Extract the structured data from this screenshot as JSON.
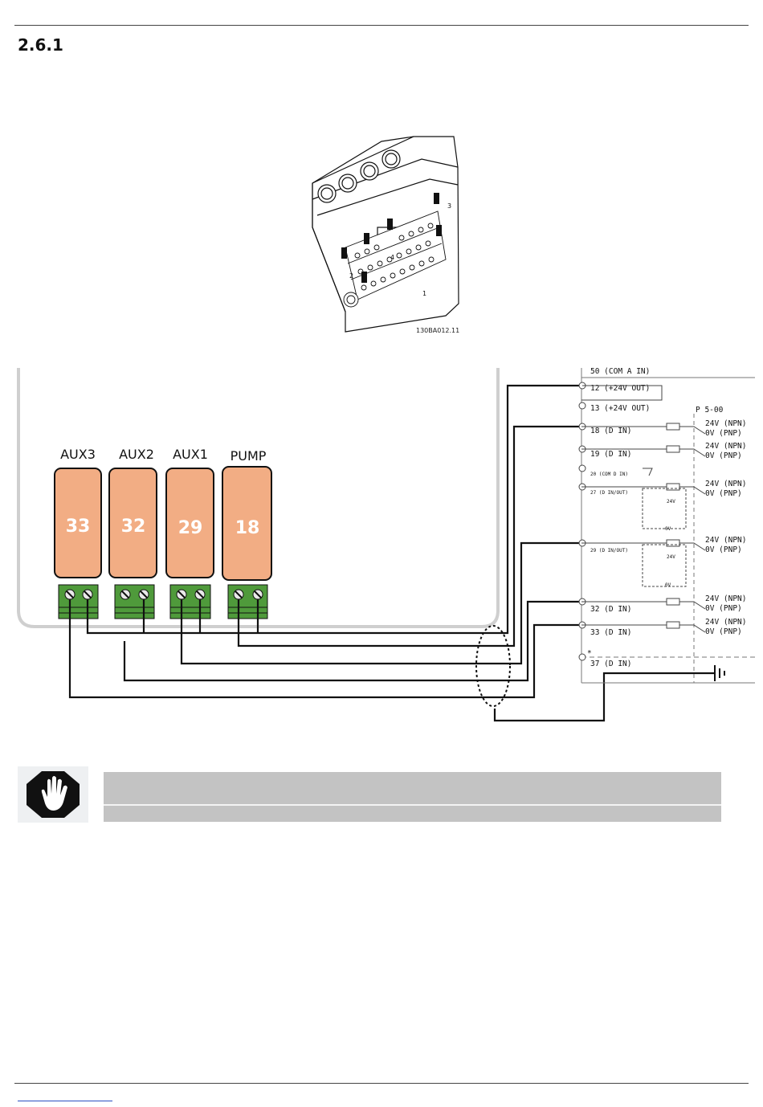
{
  "page": {
    "section_number": "2.6.1"
  },
  "figure_photo": {
    "code": "130BA012.11",
    "callouts": [
      "1",
      "2",
      "3",
      "4"
    ]
  },
  "wiring": {
    "aux_modules": [
      {
        "label": "AUX3",
        "number": "33"
      },
      {
        "label": "AUX2",
        "number": "32"
      },
      {
        "label": "AUX1",
        "number": "29"
      },
      {
        "label": "PUMP",
        "number": "18"
      }
    ],
    "terminals": [
      "12 (+24V OUT)",
      "13 (+24V OUT)",
      "18 (D IN)",
      "19 (D IN)",
      "20 (COM D IN)",
      "27 (D IN/OUT)",
      "29 (D IN/OUT)",
      "32 (D IN)",
      "33 (D IN)",
      "37 (D IN)"
    ],
    "top_partial_terminal": "50 (COM A IN)",
    "param": "P 5-00",
    "npn": "24V (NPN)",
    "pnp": "0V (PNP)",
    "v24": "24V",
    "v0": "0V",
    "asterisk": "*"
  },
  "warning": {
    "icon": "stop-hand-icon",
    "text": ""
  },
  "colors": {
    "aux_fill": "#f2ad84",
    "connector": "#4f9a3b",
    "note_bar": "#c3c3c3",
    "link": "#2b4fc2"
  }
}
